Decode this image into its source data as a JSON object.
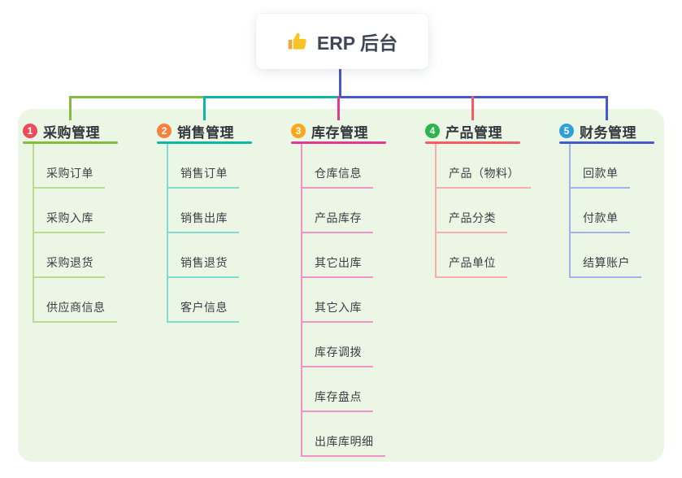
{
  "root": {
    "icon": "thumbs-up-icon",
    "title": "ERP 后台"
  },
  "colors": {
    "canvas_bg": "#ecf6e5",
    "root_line": "#4558cf"
  },
  "branches": [
    {
      "id": "purchase",
      "badge": "1",
      "label": "采购管理",
      "badge_color": "#ea4d5b",
      "line_color": "#85bb40",
      "child_line_color": "#b9dc8f",
      "children": [
        {
          "label": "采购订单"
        },
        {
          "label": "采购入库"
        },
        {
          "label": "采购退货"
        },
        {
          "label": "供应商信息"
        }
      ]
    },
    {
      "id": "sales",
      "badge": "2",
      "label": "销售管理",
      "badge_color": "#f8823d",
      "line_color": "#0db6a6",
      "child_line_color": "#82dbd2",
      "children": [
        {
          "label": "销售订单"
        },
        {
          "label": "销售出库"
        },
        {
          "label": "销售退货"
        },
        {
          "label": "客户信息"
        }
      ]
    },
    {
      "id": "inventory",
      "badge": "3",
      "label": "库存管理",
      "badge_color": "#f8a81d",
      "line_color": "#e03a92",
      "child_line_color": "#f193c8",
      "children": [
        {
          "label": "仓库信息"
        },
        {
          "label": "产品库存"
        },
        {
          "label": "其它出库"
        },
        {
          "label": "其它入库"
        },
        {
          "label": "库存调拨"
        },
        {
          "label": "库存盘点"
        },
        {
          "label": "出库库明细"
        }
      ]
    },
    {
      "id": "product",
      "badge": "4",
      "label": "产品管理",
      "badge_color": "#2db44b",
      "line_color": "#f25c63",
      "child_line_color": "#f9adb0",
      "children": [
        {
          "label": "产品（物料）"
        },
        {
          "label": "产品分类"
        },
        {
          "label": "产品单位"
        }
      ]
    },
    {
      "id": "finance",
      "badge": "5",
      "label": "财务管理",
      "badge_color": "#2f9fda",
      "line_color": "#4558cf",
      "child_line_color": "#a3b2ea",
      "children": [
        {
          "label": "回款单"
        },
        {
          "label": "付款单"
        },
        {
          "label": "结算账户"
        }
      ]
    }
  ]
}
